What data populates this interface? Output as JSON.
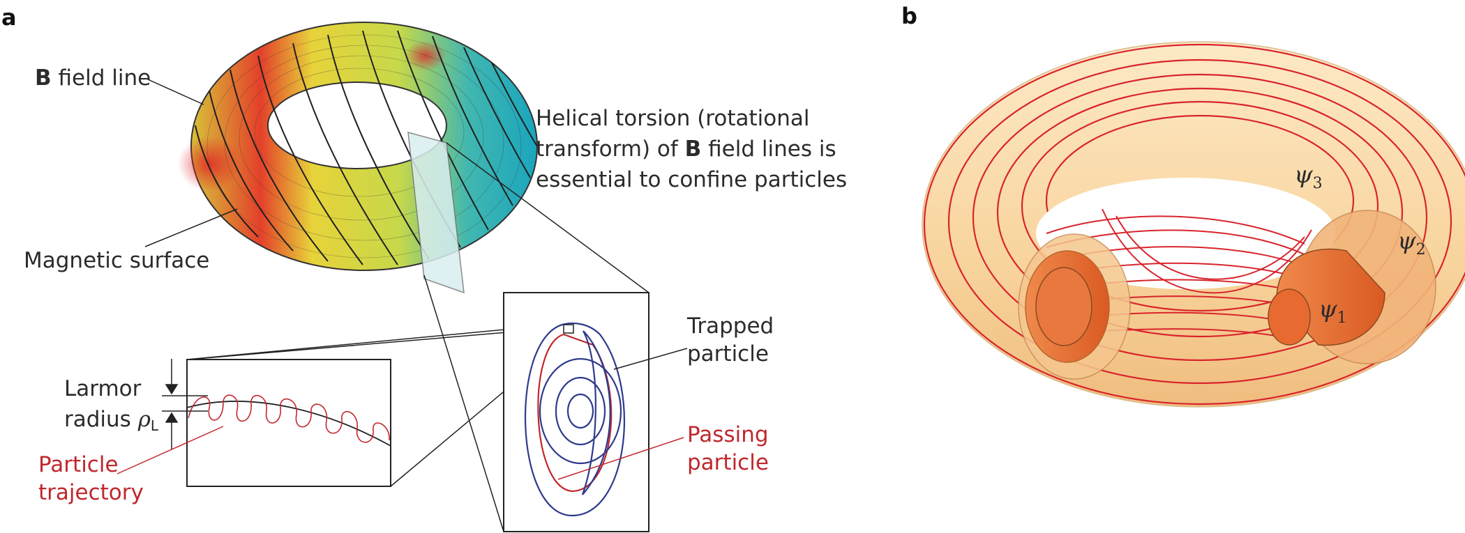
{
  "panels": {
    "a": "a",
    "b": "b"
  },
  "labels": {
    "b_field_bold": "B",
    "b_field_rest": " field line",
    "magnetic_surface": "Magnetic surface",
    "helical_line1": "Helical torsion (rotational",
    "helical_line2_pre": "transform) of ",
    "helical_line2_bold": "B",
    "helical_line2_post": " field lines is",
    "helical_line3": "essential to confine particles",
    "larmor_line1": "Larmor",
    "larmor_line2": "radius ",
    "rho": "ρ",
    "rho_sub": "L",
    "particle_line1": "Particle",
    "particle_line2": "trajectory",
    "trapped_line1": "Trapped",
    "trapped_line2": "particle",
    "passing_line1": "Passing",
    "passing_line2": "particle"
  },
  "psi_labels": [
    {
      "symbol": "ψ",
      "sub": "3"
    },
    {
      "symbol": "ψ",
      "sub": "2"
    },
    {
      "symbol": "ψ",
      "sub": "1"
    }
  ],
  "colors": {
    "red": "#c0272d",
    "navy": "#2e3a8c",
    "black": "#222222"
  }
}
